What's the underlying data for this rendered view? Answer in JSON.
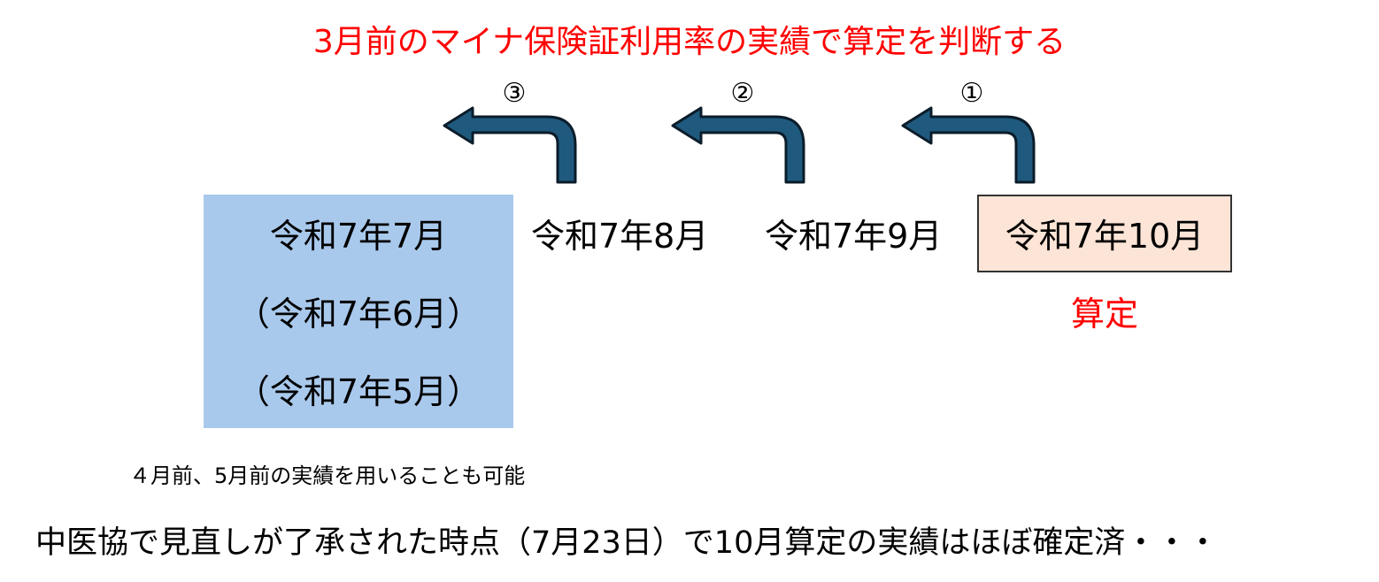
{
  "colors": {
    "headline": "#FF0000",
    "arrow_fill": "#1F5A7E",
    "arrow_stroke": "#0B1C2A",
    "past_box": "#A9C9EC",
    "target_box": "#FCE4D6",
    "santei": "#FF0000"
  },
  "headline": "3月前のマイナ保険証利用率の実績で算定を判断する",
  "steps": [
    "③",
    "②",
    "①"
  ],
  "arrows": {
    "icon": "u-turn-left-arrow-icon",
    "count": 3
  },
  "months": {
    "past_main": "令和7年7月",
    "past_alt1": "（令和7年6月）",
    "past_alt2": "（令和7年5月）",
    "m8": "令和7年8月",
    "m9": "令和7年9月",
    "target": "令和7年10月"
  },
  "santei_label": "算定",
  "note": "４月前、5月前の実績を用いることも可能",
  "footer": "中医協で見直しが了承された時点（7月23日）で10月算定の実績はほぼ確定済・・・"
}
